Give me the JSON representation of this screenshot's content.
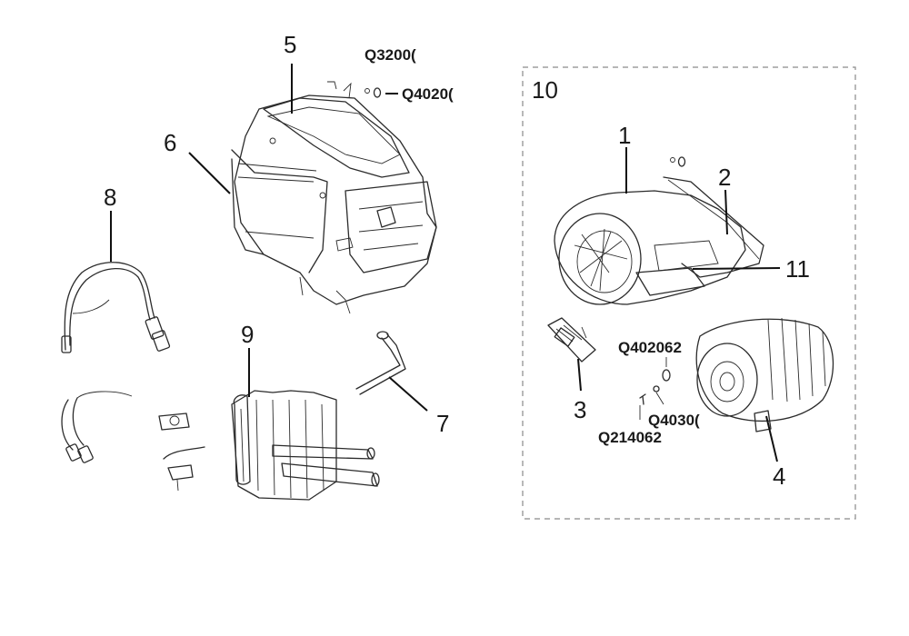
{
  "callouts": {
    "n1": "1",
    "n2": "2",
    "n3": "3",
    "n4": "4",
    "n5": "5",
    "n6": "6",
    "n7": "7",
    "n8": "8",
    "n9": "9",
    "n10": "10",
    "n11": "11"
  },
  "codes": {
    "q32006": "Q3200(",
    "q40206_top": "Q4020(",
    "q402062": "Q402062",
    "q4030": "Q4030(",
    "q214062": "Q214062"
  },
  "colors": {
    "line": "#2b2b2b",
    "label": "#1a1a1a",
    "dashed_box": "#8a8a8a",
    "background": "#ffffff"
  },
  "icons": {
    "heater_unit": "hvac-housing-icon",
    "blower": "blower-fan-icon",
    "evaporator": "evaporator-core-icon",
    "harness": "wire-harness-icon",
    "resistor": "blower-resistor-icon",
    "motor": "blower-motor-icon",
    "drain_hose": "drain-hose-icon"
  }
}
